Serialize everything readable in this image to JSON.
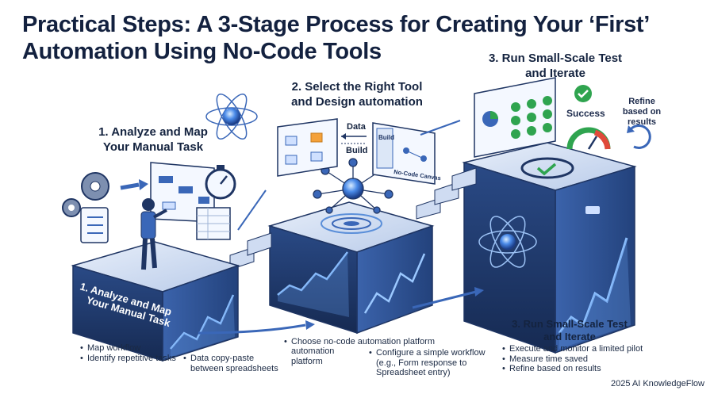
{
  "title": {
    "line1": "Practical Steps: A 3-Stage Process for Creating Your ‘First’",
    "line2": "Automation Using No-Code Tools"
  },
  "stages": [
    {
      "heading_line1": "1. Analyze and Map",
      "heading_line2": "Your Manual Task",
      "platform_label_line1": "1. Analyze and Map",
      "platform_label_line2": "Your Manual Task",
      "bullets_left": [
        "Map workflow",
        "Identify repetitive tasks"
      ],
      "bullets_right": [
        "Data copy-paste between spreadsheets"
      ]
    },
    {
      "heading_line1": "2. Select the Right Tool",
      "heading_line2": "and Design automation",
      "data_label": "Data",
      "build_label": "Build",
      "screen_build_label": "Build",
      "canvas_label": "No-Code Canvas",
      "bullets_left": [
        "Choose no-code automation platform"
      ],
      "platform_note": "automation platform",
      "bullets_right": [
        "Configure a simple workflow (e.g., Form response to Spreadsheet entry)"
      ]
    },
    {
      "heading_line1": "3. Run Small-Scale Test",
      "heading_line2": "and Iterate",
      "success_label": "Success",
      "refine_label": "Refine based on results",
      "bottom_heading_line1": "3. Run Small-Scale Test",
      "bottom_heading_line2": "and Iterate",
      "bullets": [
        "Execute and monitor a limited pilot",
        "Measure time saved",
        "Refine based on results"
      ]
    }
  ],
  "credit": "2025 AI KnowledgeFlow",
  "colors": {
    "navy": "#1f3563",
    "blue": "#3a67b8",
    "light": "#dce7f7",
    "green": "#2fa44f",
    "accent": "#4f8fe6"
  }
}
